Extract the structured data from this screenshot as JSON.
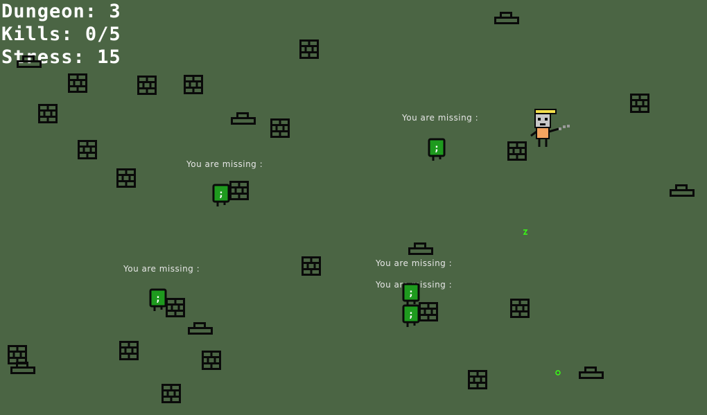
{
  "hud": {
    "dungeon_label": "Dungeon:",
    "dungeon_value": "3",
    "kills_label": "Kills:",
    "kills_value": "0/5",
    "stress_label": "Stress:",
    "stress_value": "15"
  },
  "enemy_symbol": ";",
  "missing_messages": [
    "You are missing :",
    "You are missing :",
    "You are missing :",
    "You are missing :",
    "You are missing :"
  ],
  "colors": {
    "floor": "#4b6544",
    "wall_outline": "#0a0a0a",
    "enemy_body": "#1e9a1e",
    "player_hair": "#f4e04d",
    "player_shirt": "#f4a460",
    "hud_text": "#ffffff",
    "pickup": "#39ff14"
  }
}
